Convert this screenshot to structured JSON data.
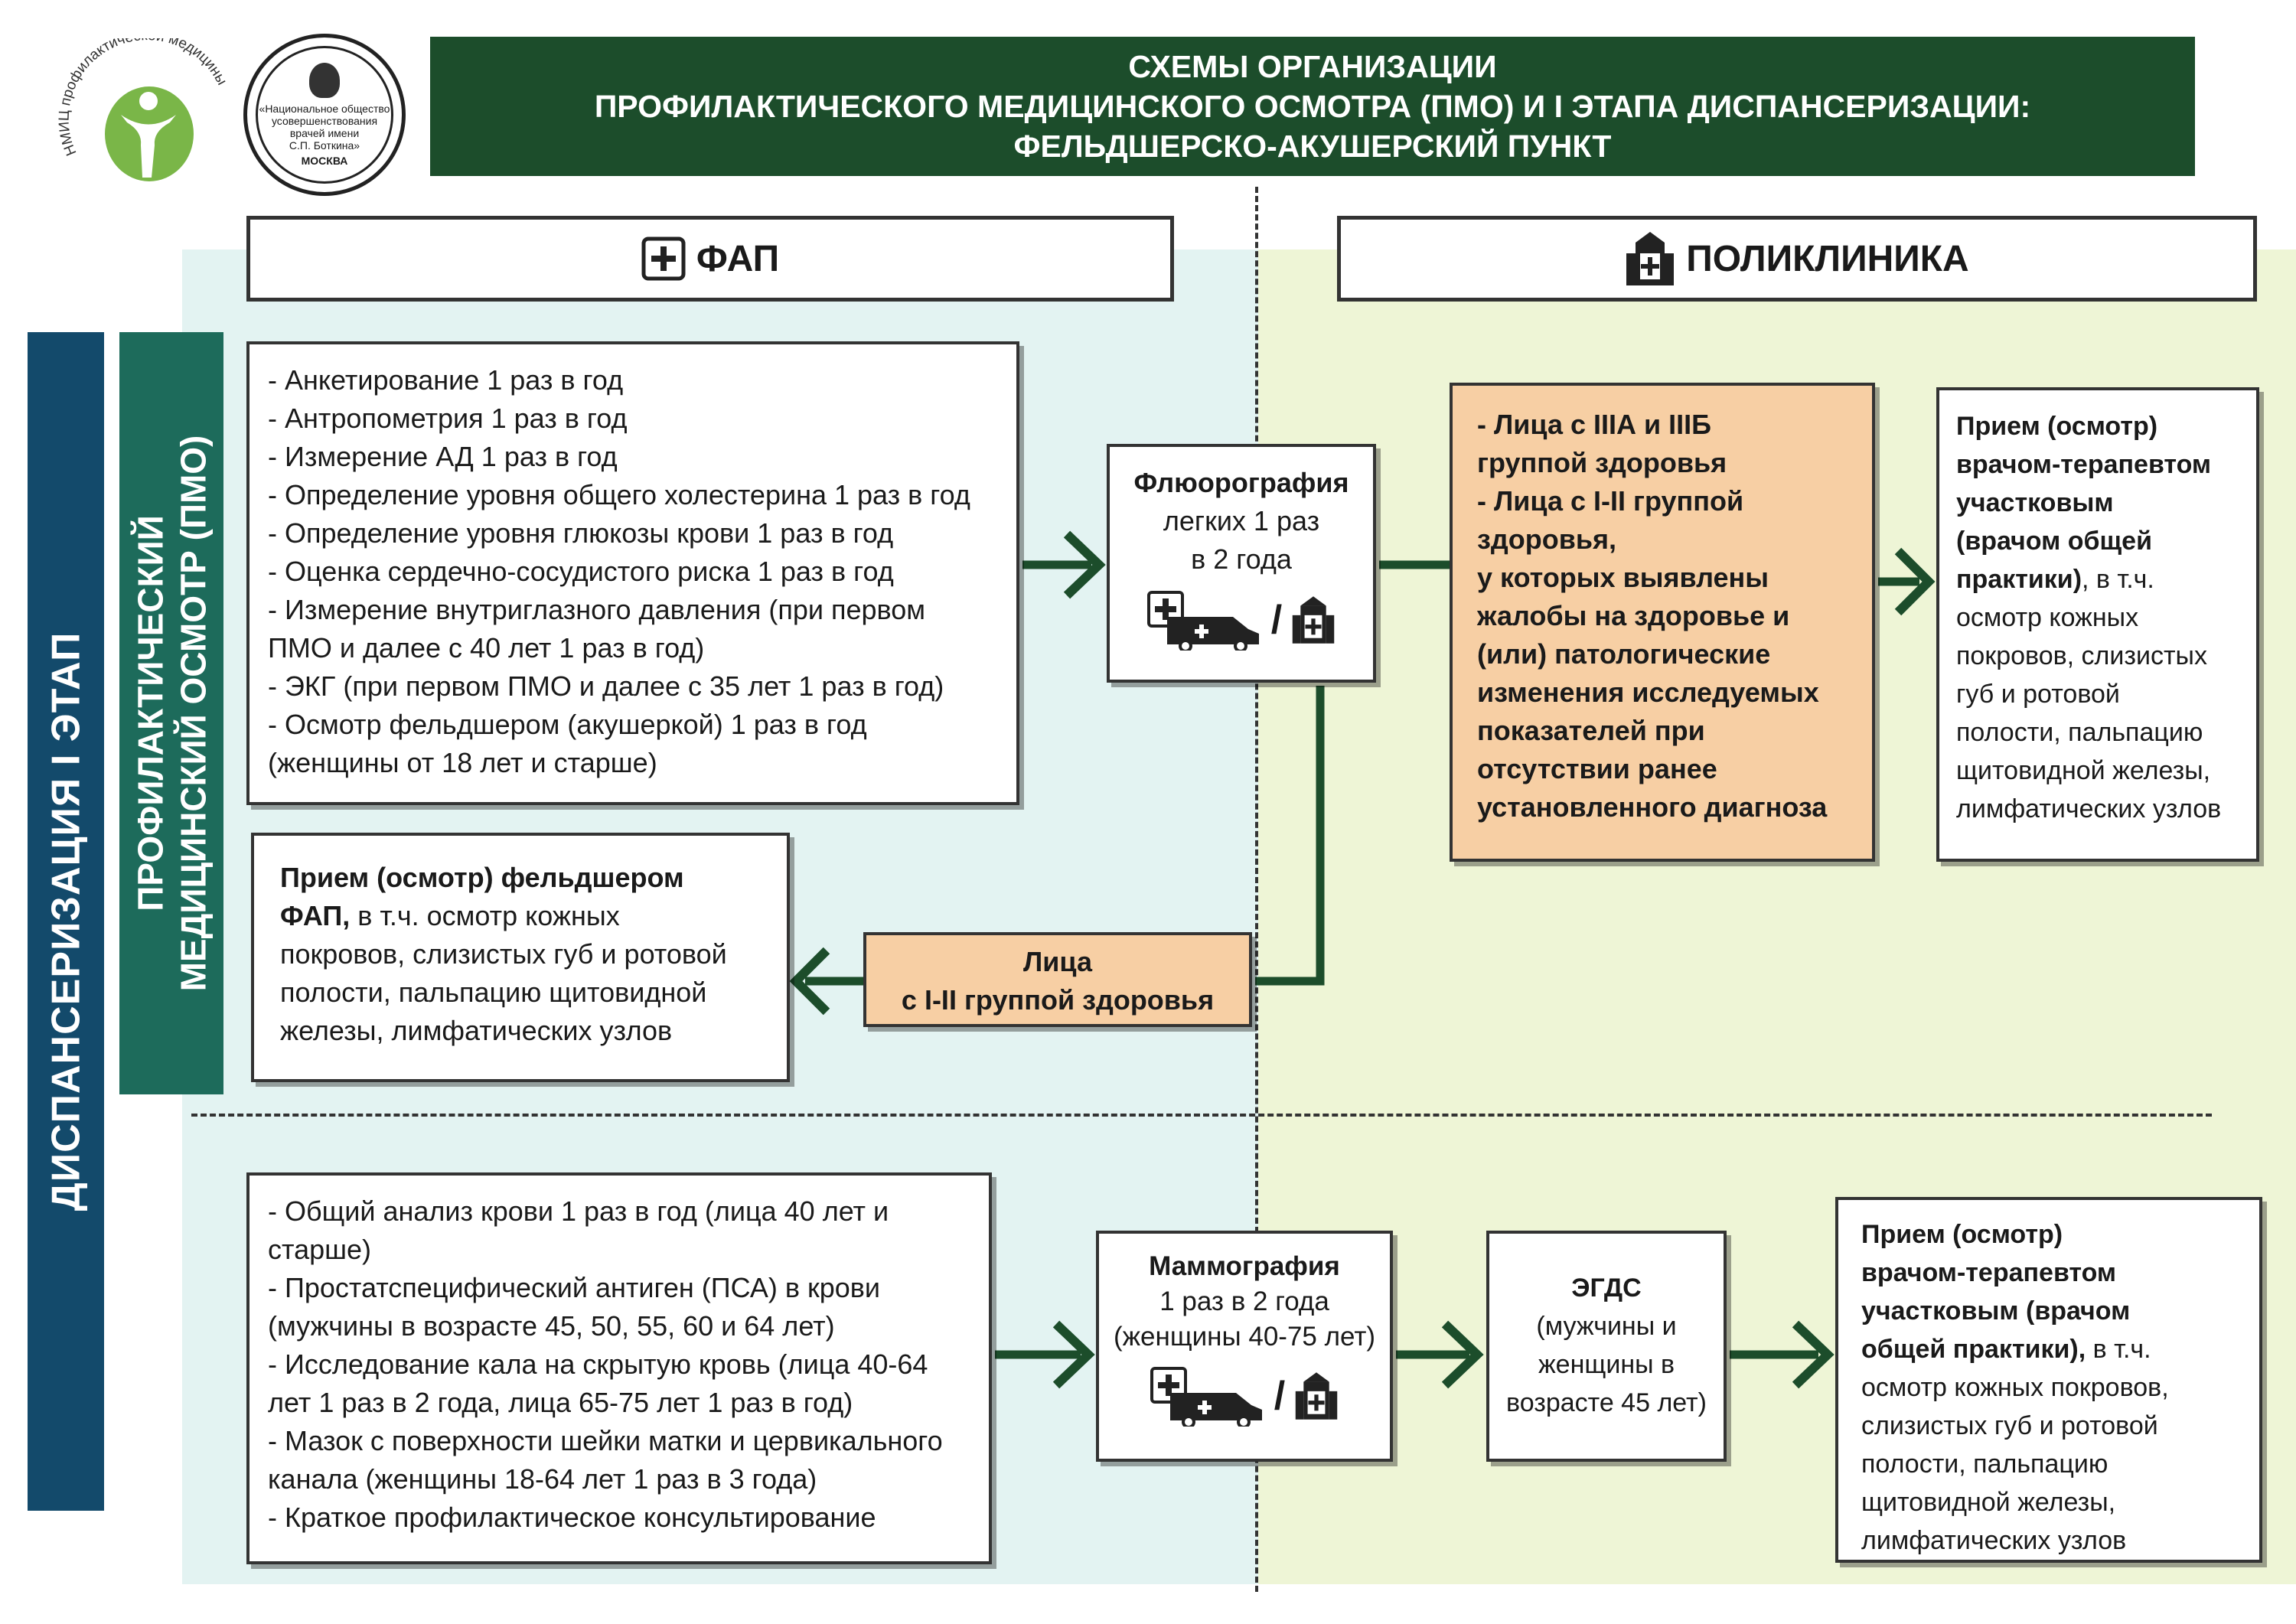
{
  "header": {
    "line1": "СХЕМЫ ОРГАНИЗАЦИИ",
    "line2": "ПРОФИЛАКТИЧЕСКОГО МЕДИЦИНСКОГО ОСМОТРА (ПМО) И I ЭТАПА ДИСПАНСЕРИЗАЦИИ:",
    "line3": "ФЕЛЬДШЕРСКО-АКУШЕРСКИЙ ПУНКТ"
  },
  "logos": {
    "nmic": "НМИЦ профилактической медицины",
    "society_line1": "«Национальное общество",
    "society_line2": "усовершенствования",
    "society_line3": "врачей имени",
    "society_line4": "С.П. Боткина»",
    "society_city": "МОСКВА"
  },
  "columns": {
    "fap": "ФАП",
    "polyclinic": "ПОЛИКЛИНИКА"
  },
  "side": {
    "outer": "ДИСПАНСЕРИЗАЦИЯ I ЭТАП",
    "inner_line1": "ПРОФИЛАКТИЧЕСКИЙ",
    "inner_line2": "МЕДИЦИНСКИЙ ОСМОТР (ПМО)"
  },
  "pmo_list": [
    "- Анкетирование 1 раз в год",
    "- Антропометрия 1 раз в год",
    "- Измерение АД 1 раз в год",
    "- Определение уровня общего холестерина 1 раз в год",
    "- Определение уровня глюкозы крови 1 раз в год",
    "- Оценка сердечно-сосудистого риска 1 раз в год",
    "- Измерение внутриглазного давления (при первом",
    "ПМО и далее с 40 лет 1 раз в год)",
    "- ЭКГ (при первом ПМО и далее с 35 лет 1 раз в год)",
    "- Осмотр фельдшером (акушеркой) 1 раз в год",
    "(женщины от 18 лет и старше)"
  ],
  "fluoro": {
    "title": "Флюорография",
    "line1": "легких 1 раз",
    "line2": "в 2 года"
  },
  "fap_exam": {
    "bold1": "Прием (осмотр) фельдшером",
    "bold2": "ФАП,",
    "rest1": " в т.ч. осмотр кожных",
    "rest2": "покровов, слизистых губ и ротовой",
    "rest3": "полости, пальпацию щитовидной",
    "rest4": "железы, лимфатических узлов"
  },
  "persons_1_2": {
    "line1": "Лица",
    "line2": "с I-II группой здоровья"
  },
  "risk_group": [
    "- Лица с IIIА и IIIБ",
    "группой здоровья",
    "- Лица с I-II группой",
    "здоровья,",
    "у которых выявлены",
    "жалобы на здоровье и",
    "(или) патологические",
    "изменения исследуемых",
    "показателей при",
    "отсутствии ранее",
    "установленного диагноза"
  ],
  "therapist1": {
    "bold": [
      "Прием (осмотр)",
      "врачом-терапевтом",
      "участковым",
      "(врачом общей",
      "практики)"
    ],
    "rest_inline": ", в т.ч.",
    "rest": [
      "осмотр кожных",
      "покровов, слизистых",
      "губ и ротовой",
      "полости, пальпацию",
      "щитовидной железы,",
      "лимфатических узлов"
    ]
  },
  "disp_list": [
    "- Общий анализ крови 1 раз в год (лица 40 лет и",
    "старше)",
    "- Простатспецифический антиген (ПСА) в крови",
    "(мужчины в возрасте 45, 50, 55, 60 и 64 лет)",
    "- Исследование кала на  скрытую кровь (лица 40-64",
    "лет 1 раз в 2 года, лица 65-75 лет 1 раз в год)",
    "- Мазок с поверхности шейки матки и цервикального",
    "канала (женщины 18-64 лет 1 раз в 3 года)",
    "- Краткое профилактическое консультирование"
  ],
  "mammo": {
    "title": "Маммография",
    "line1": "1 раз в 2 года",
    "line2": "(женщины 40-75 лет)"
  },
  "egds": {
    "title": "ЭГДС",
    "line1": "(мужчины и",
    "line2": "женщины в",
    "line3": "возрасте 45 лет)"
  },
  "therapist2": {
    "bold": [
      "Прием (осмотр)",
      "врачом-терапевтом",
      "участковым (врачом",
      "общей практики),"
    ],
    "rest_inline": " в т.ч.",
    "rest": [
      "осмотр кожных покровов,",
      "слизистых губ и ротовой",
      "полости, пальпацию",
      "щитовидной железы,",
      "лимфатических узлов"
    ]
  },
  "colors": {
    "header_bg": "#1c4d2b",
    "arrow": "#1c4d2b",
    "outer_bar": "#134a6b",
    "inner_bar": "#1d6b5b",
    "orange_box": "#f7cfa4",
    "left_zone": "#e3f3f2",
    "right_zone": "#eef5d6",
    "logo_green": "#7ab648"
  },
  "icons": {
    "fap": "first-aid-plus-icon",
    "polyclinic": "hospital-building-icon",
    "mobile_unit": "ambulance-van-icon"
  }
}
